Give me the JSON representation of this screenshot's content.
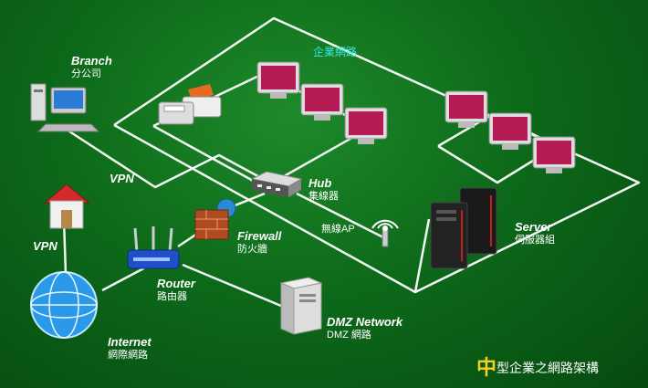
{
  "diagram": {
    "lan_label": "企業網路",
    "vpn_top": "VPN",
    "vpn_left": "VPN",
    "wireless_ap": "無線AP",
    "footer_first_char": "中",
    "footer_rest": "型企業之網路架構",
    "nodes": {
      "branch": {
        "en": "Branch",
        "zh": "分公司"
      },
      "hub": {
        "en": "Hub",
        "zh": "集線器"
      },
      "firewall": {
        "en": "Firewall",
        "zh": "防火牆"
      },
      "router": {
        "en": "Router",
        "zh": "路由器"
      },
      "server": {
        "en": "Server",
        "zh": "伺服器組"
      },
      "dmz": {
        "en": "DMZ Network",
        "zh": "DMZ 網路"
      },
      "internet": {
        "en": "Internet",
        "zh": "網際網路"
      }
    },
    "colors": {
      "lan_label": "#37e8e0",
      "footer_accent": "#f5d020",
      "line": "#ffffff"
    }
  }
}
